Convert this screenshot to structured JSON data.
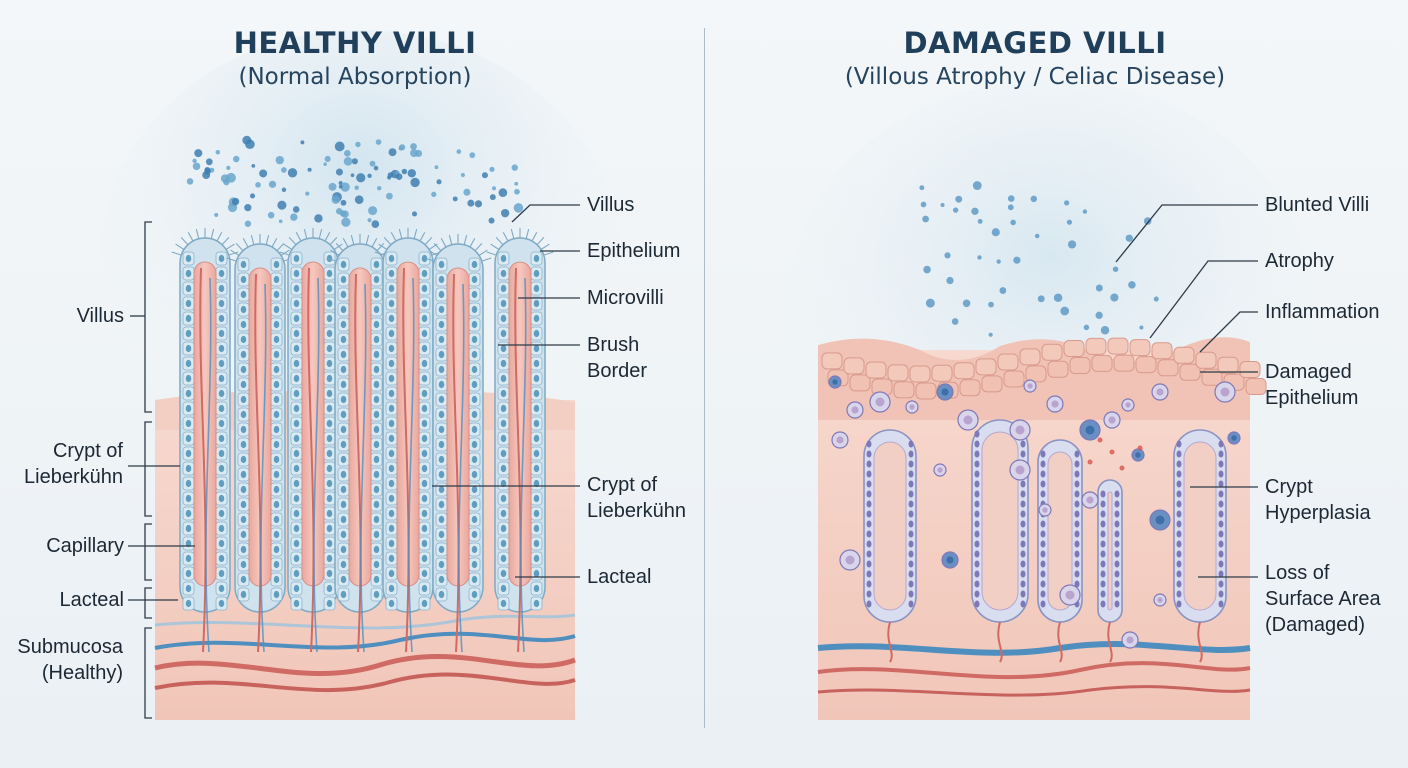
{
  "healthy": {
    "title": "HEALTHY VILLI",
    "subtitle": "(Normal Absorption)",
    "left_labels": {
      "villus": "Villus",
      "crypt": "Crypt of\nLieberkühn",
      "capillary": "Capillary",
      "lacteal": "Lacteal",
      "submucosa": "Submucosa\n(Healthy)"
    },
    "right_labels": {
      "villus": "Villus",
      "epithelium": "Epithelium",
      "microvilli": "Microvilli",
      "brush_border": "Brush\nBorder",
      "crypt": "Crypt of\nLieberkühn",
      "lacteal": "Lacteal"
    }
  },
  "damaged": {
    "title": "DAMAGED VILLI",
    "subtitle": "(Villous Atrophy / Celiac Disease)",
    "labels": {
      "blunted_villi": "Blunted Villi",
      "atrophy": "Atrophy",
      "inflammation": "Inflammation",
      "damaged_epithelium": "Damaged\nEpithelium",
      "crypt_hyperplasia": "Crypt\nHyperplasia",
      "loss_of_surface": "Loss of\nSurface Area\n(Damaged)"
    }
  },
  "colors": {
    "title": "#1f3f5b",
    "epithelium_cell": "#cfe2ee",
    "nucleus": "#5f9ebf",
    "villus_core": "#f0b7ae",
    "tissue": "#f6d4c9",
    "artery": "#d06a64",
    "vein": "#4f8fbf",
    "inflamed_cell": "#b9a3cf"
  }
}
